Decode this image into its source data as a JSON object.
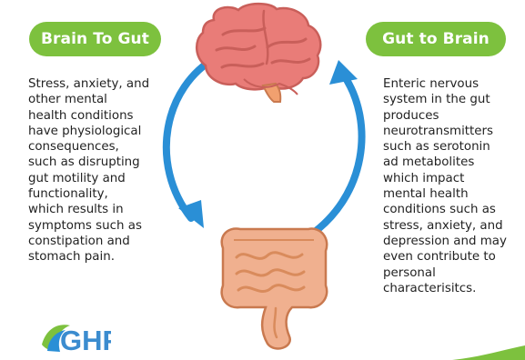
{
  "labels": {
    "brain_to_gut": "Brain To Gut",
    "gut_to_brain": "Gut to Brain"
  },
  "texts": {
    "left": "Stress, anxiety, and\nother mental\nhealth conditions\nhave physiological\nconsequences,\nsuch as disrupting\ngut motility and\nfunctionality,\nwhich results in\nsymptoms such as\nconstipation and\nstomach pain.",
    "right": "Enteric nervous\nsystem in the gut\nproduces\nneurotransmitters\nsuch as serotonin\nad metabolites\nwhich impact\nmental health\nconditions such as\nstress, anxiety, and\ndepression and may\neven contribute to\npersonal\ncharacterisitcs."
  },
  "logo": {
    "text": "GHP"
  },
  "colors": {
    "accent_green": "#7dc13e",
    "arrow_blue": "#2a8fd6",
    "brain_pink": "#e97c78",
    "gut_peach": "#f0b08f"
  },
  "icons": {
    "brain": "brain-icon",
    "intestines": "intestines-icon",
    "left_arrow": "curved-arrow-down-icon",
    "right_arrow": "curved-arrow-up-icon"
  }
}
